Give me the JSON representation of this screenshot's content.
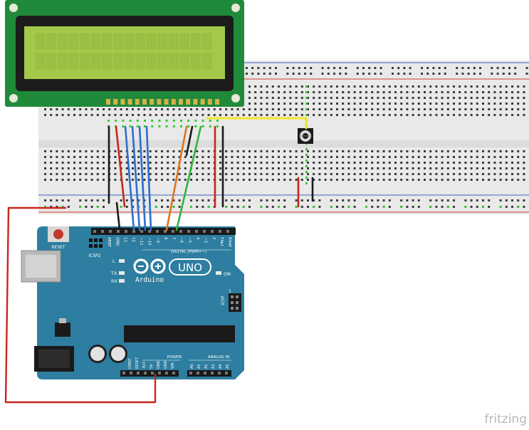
{
  "watermark": "fritzing",
  "arduino": {
    "logo_text": "UNO",
    "brand": "Arduino",
    "reset_label": "RESET",
    "icsp_label": "ICSP",
    "icsp2_label": "ICSP2",
    "digital_label": "DIGITAL (PWM=~)",
    "power_label": "POWER",
    "analog_label": "ANALOG IN",
    "on_label": "ON",
    "led_labels": [
      "L",
      "TX",
      "RX"
    ],
    "digital_pins": [
      "AREF",
      "GND",
      "13",
      "12",
      "~11",
      "~10",
      "~9",
      "8",
      "7",
      "~6",
      "~5",
      "4",
      "~3",
      "2",
      "TX▸1",
      "RX◂0"
    ],
    "power_pins": [
      "IOREF",
      "RESET",
      "3V3",
      "5V",
      "GND",
      "GND",
      "VIN"
    ],
    "analog_pins": [
      "A0",
      "A1",
      "A2",
      "A3",
      "A4",
      "A5"
    ]
  },
  "colors": {
    "board": "#2d7ea0",
    "board_dark": "#1d5f7c",
    "breadboard": "#e9e9e9",
    "lcd_pcb": "#1f8a3a",
    "lcd_screen": "#a4c84a",
    "wire_red": "#c8261c",
    "wire_black": "#1a1a1a",
    "wire_blue": "#2a6fd0",
    "wire_orange": "#e0731c",
    "wire_green": "#2fb33c",
    "wire_yellow": "#f1e82a",
    "rail_red": "#d23b30",
    "rail_blue": "#3a63c8"
  }
}
